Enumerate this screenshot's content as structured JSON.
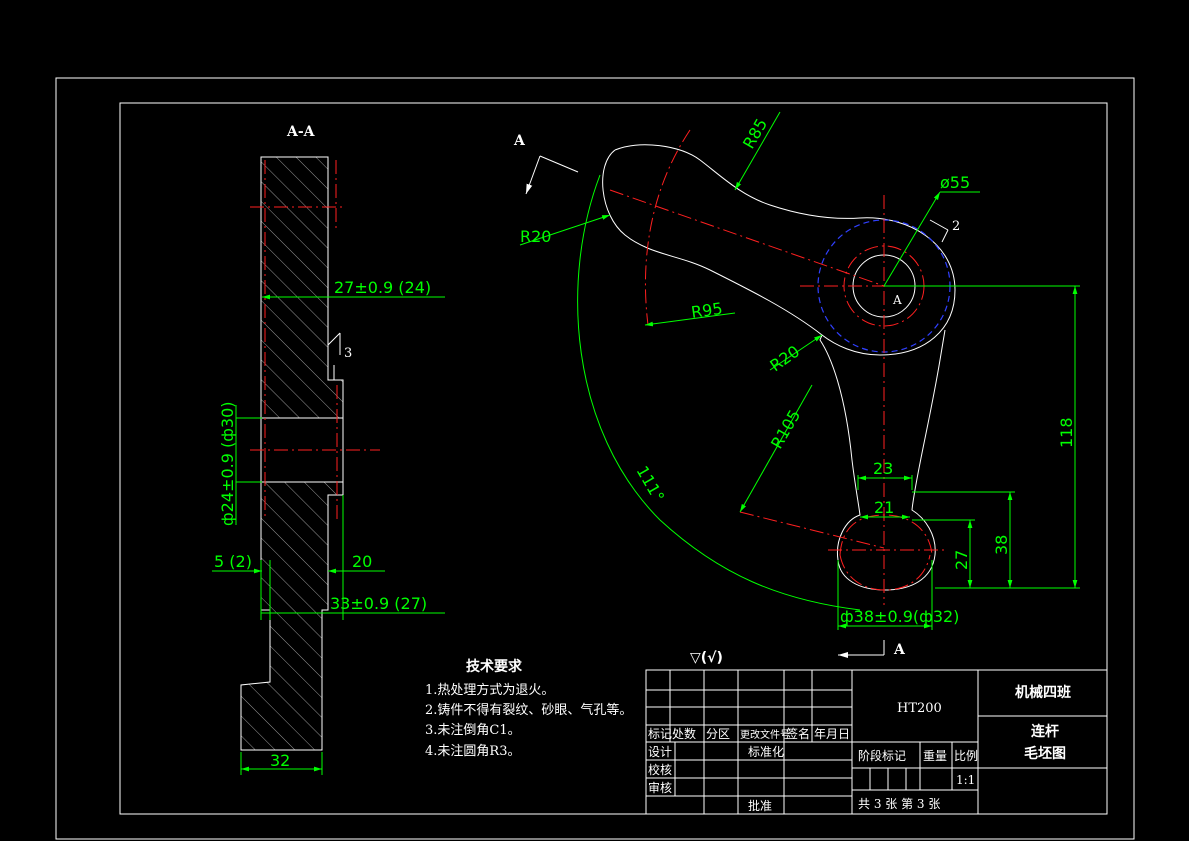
{
  "section": {
    "title": "A-A",
    "dims": {
      "d27": "27±0.9 (24)",
      "d3": "3",
      "d24": "ф24±0.9 (ф30)",
      "d5": "5 (2)",
      "d20": "20",
      "d33": "33±0.9 (27)",
      "d32": "32"
    }
  },
  "main_view": {
    "section_mark": "A",
    "dims": {
      "r85": "R85",
      "d55": "ø55",
      "mark2": "2",
      "r20a": "R20",
      "r95": "R95",
      "r20b": "R20",
      "center_a": "A",
      "r105": "R105",
      "ang111": "111°",
      "d118": "118",
      "d23": "23",
      "d21": "21",
      "d27": "27",
      "d38v": "38",
      "d38": "ф38±0.9(ф32)"
    }
  },
  "surface_symbol": "▽(√)",
  "tech": {
    "title": "技术要求",
    "lines": [
      "1.热处理方式为退火。",
      "2.铸件不得有裂纹、砂眼、气孔等。",
      "3.未注倒角C1。",
      "4.未注圆角R3。"
    ]
  },
  "title_block": {
    "material": "HT200",
    "company": "机械四班",
    "part_name": "连杆",
    "drawing_name": "毛坯图",
    "header_cells": [
      "标记",
      "处数",
      "分区",
      "更改文件号",
      "签名",
      "年月日"
    ],
    "design": "设计",
    "check": "校核",
    "review": "审核",
    "standard": "标准化",
    "approve": "批准",
    "stage_mark": "阶段标记",
    "weight": "重量",
    "scale_label": "比例",
    "scale_value": "1:1",
    "sheets": "共 3 张 第 3 张"
  }
}
